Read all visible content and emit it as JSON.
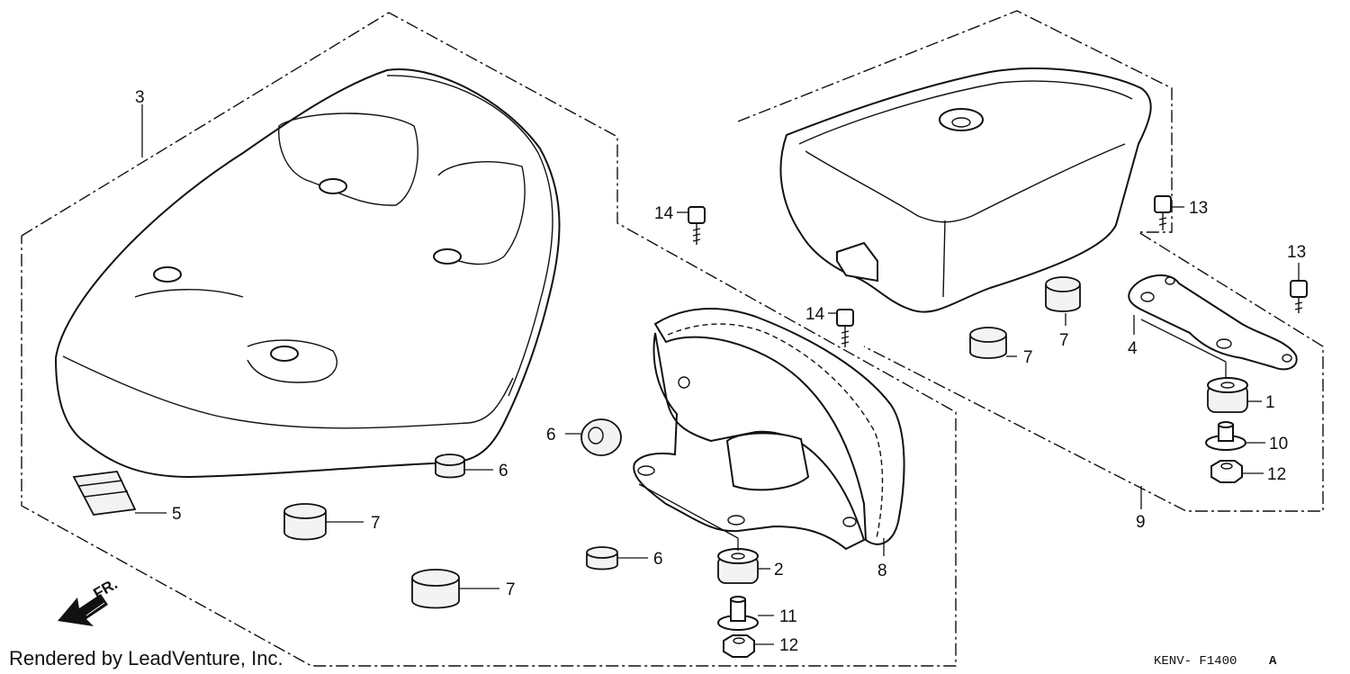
{
  "callouts": {
    "c1": "1",
    "c2": "2",
    "c3": "3",
    "c4": "4",
    "c5": "5",
    "c6a": "6",
    "c6b": "6",
    "c6c": "6",
    "c7a": "7",
    "c7b": "7",
    "c7c": "7",
    "c7d": "7",
    "c8": "8",
    "c9": "9",
    "c10": "10",
    "c11": "11",
    "c12a": "12",
    "c12b": "12",
    "c13a": "13",
    "c13b": "13",
    "c14a": "14",
    "c14b": "14"
  },
  "direction_label": "FR.",
  "credit": "Rendered by LeadVenture, Inc.",
  "diagram_code": "KENV- F1400",
  "diagram_code_suffix": "A",
  "colors": {
    "ink": "#111111",
    "paper": "#ffffff"
  }
}
